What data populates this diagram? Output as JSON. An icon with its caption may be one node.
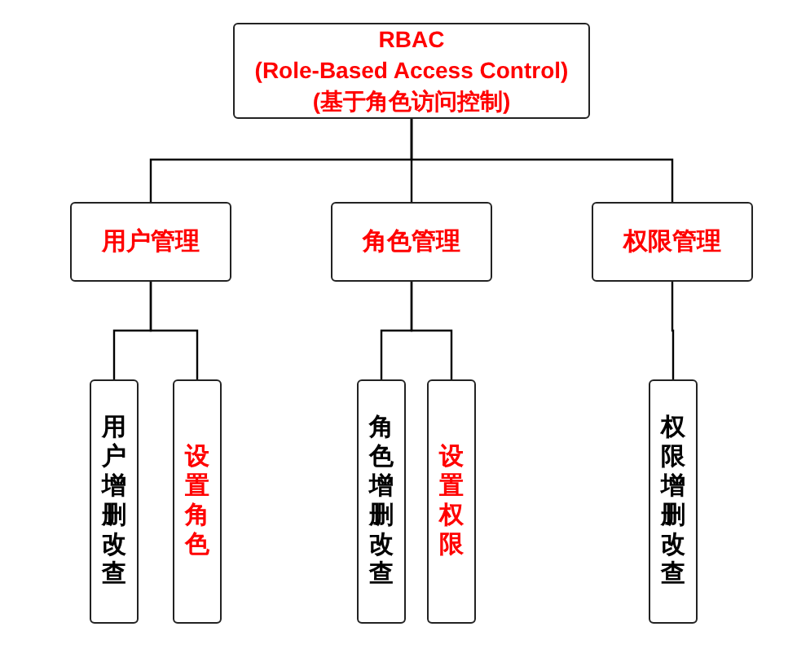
{
  "diagram": {
    "nodes": [
      {
        "text": [
          "RBAC",
          "(Role-Based Access Control)",
          "(基于角色访问控制)"
        ]
      },
      {
        "text": [
          "用户管理"
        ]
      },
      {
        "text": [
          "角色管理"
        ]
      },
      {
        "text": [
          "权限管理"
        ]
      },
      {
        "text": [
          "用户增删改查"
        ]
      },
      {
        "text": [
          "设置角色"
        ]
      },
      {
        "text": [
          "角色增删改查"
        ]
      },
      {
        "text": [
          "设置权限"
        ]
      },
      {
        "text": [
          "权限增删改查"
        ]
      }
    ],
    "edges": [
      {
        "from": 0,
        "to": 1,
        "arrow": "none"
      },
      {
        "from": 0,
        "to": 2,
        "arrow": "none"
      },
      {
        "from": 0,
        "to": 3,
        "arrow": "none"
      },
      {
        "from": 1,
        "to": 4,
        "arrow": "none"
      },
      {
        "from": 1,
        "to": 5,
        "arrow": "none"
      },
      {
        "from": 2,
        "to": 6,
        "arrow": "none"
      },
      {
        "from": 2,
        "to": 7,
        "arrow": "none"
      },
      {
        "from": 3,
        "to": 8,
        "arrow": "none"
      }
    ]
  }
}
